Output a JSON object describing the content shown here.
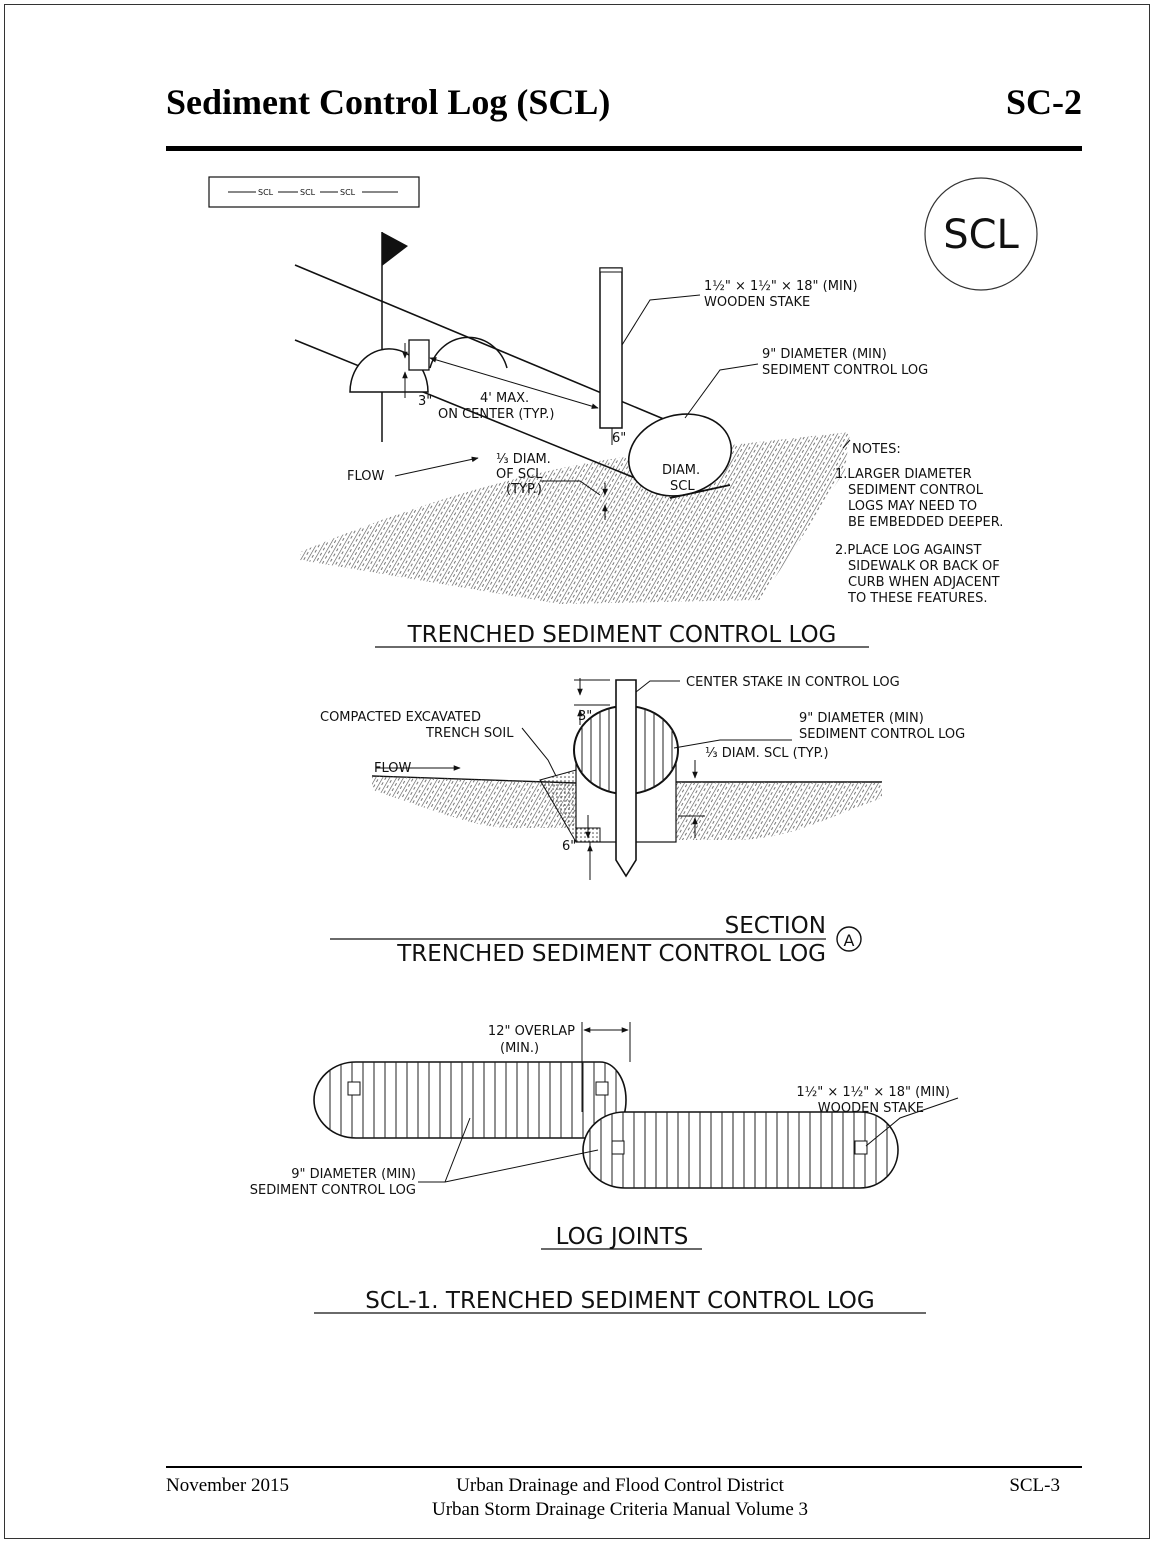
{
  "header": {
    "title": "Sediment Control Log (SCL)",
    "code": "SC-2"
  },
  "legend": {
    "line_label": "SCL"
  },
  "symbol": {
    "label": "SCL"
  },
  "section_marker": "A",
  "figure1": {
    "stake_label_1": "1½\" × 1½\" × 18\" (MIN)",
    "stake_label_2": "WOODEN STAKE",
    "log_label_1": "9\" DIAMETER (MIN)",
    "log_label_2": "SEDIMENT CONTROL LOG",
    "dim_3": "3\"",
    "spacing_1": "4' MAX.",
    "spacing_2": "ON CENTER (TYP.)",
    "dim_6": "6\"",
    "flow": "FLOW",
    "third_1": "⅓ DIAM.",
    "third_2": "OF SCL",
    "third_3": "(TYP.)",
    "diam_1": "DIAM.",
    "diam_2": "SCL",
    "notes_title": "NOTES:",
    "notes": [
      "1.LARGER DIAMETER",
      "SEDIMENT CONTROL",
      "LOGS MAY NEED TO",
      "BE EMBEDDED DEEPER.",
      "2.PLACE LOG AGAINST",
      "SIDEWALK OR BACK OF",
      "CURB WHEN ADJACENT",
      "TO THESE FEATURES."
    ],
    "caption": "TRENCHED SEDIMENT CONTROL LOG"
  },
  "figure2": {
    "center_stake": "CENTER STAKE IN CONTROL LOG",
    "compacted_1": "COMPACTED EXCAVATED",
    "compacted_2": "TRENCH SOIL",
    "log_label_1": "9\" DIAMETER (MIN)",
    "log_label_2": "SEDIMENT CONTROL LOG",
    "third": "⅓ DIAM. SCL (TYP.)",
    "flow": "FLOW",
    "dim_3": "3\"",
    "dim_6": "6\"",
    "caption_top": "SECTION",
    "caption_bottom": "TRENCHED SEDIMENT CONTROL LOG",
    "marker": "A"
  },
  "figure3": {
    "overlap_1": "12\" OVERLAP",
    "overlap_2": "(MIN.)",
    "stake_label_1": "1½\" × 1½\" × 18\" (MIN)",
    "stake_label_2": "WOODEN STAKE",
    "log_label_1": "9\" DIAMETER (MIN)",
    "log_label_2": "SEDIMENT CONTROL LOG",
    "caption": "LOG JOINTS"
  },
  "figure_title": "SCL-1. TRENCHED SEDIMENT CONTROL LOG",
  "footer": {
    "date": "November 2015",
    "org": "Urban Drainage and Flood Control District",
    "manual": "Urban Storm Drainage Criteria Manual Volume 3",
    "page": "SCL-3"
  }
}
